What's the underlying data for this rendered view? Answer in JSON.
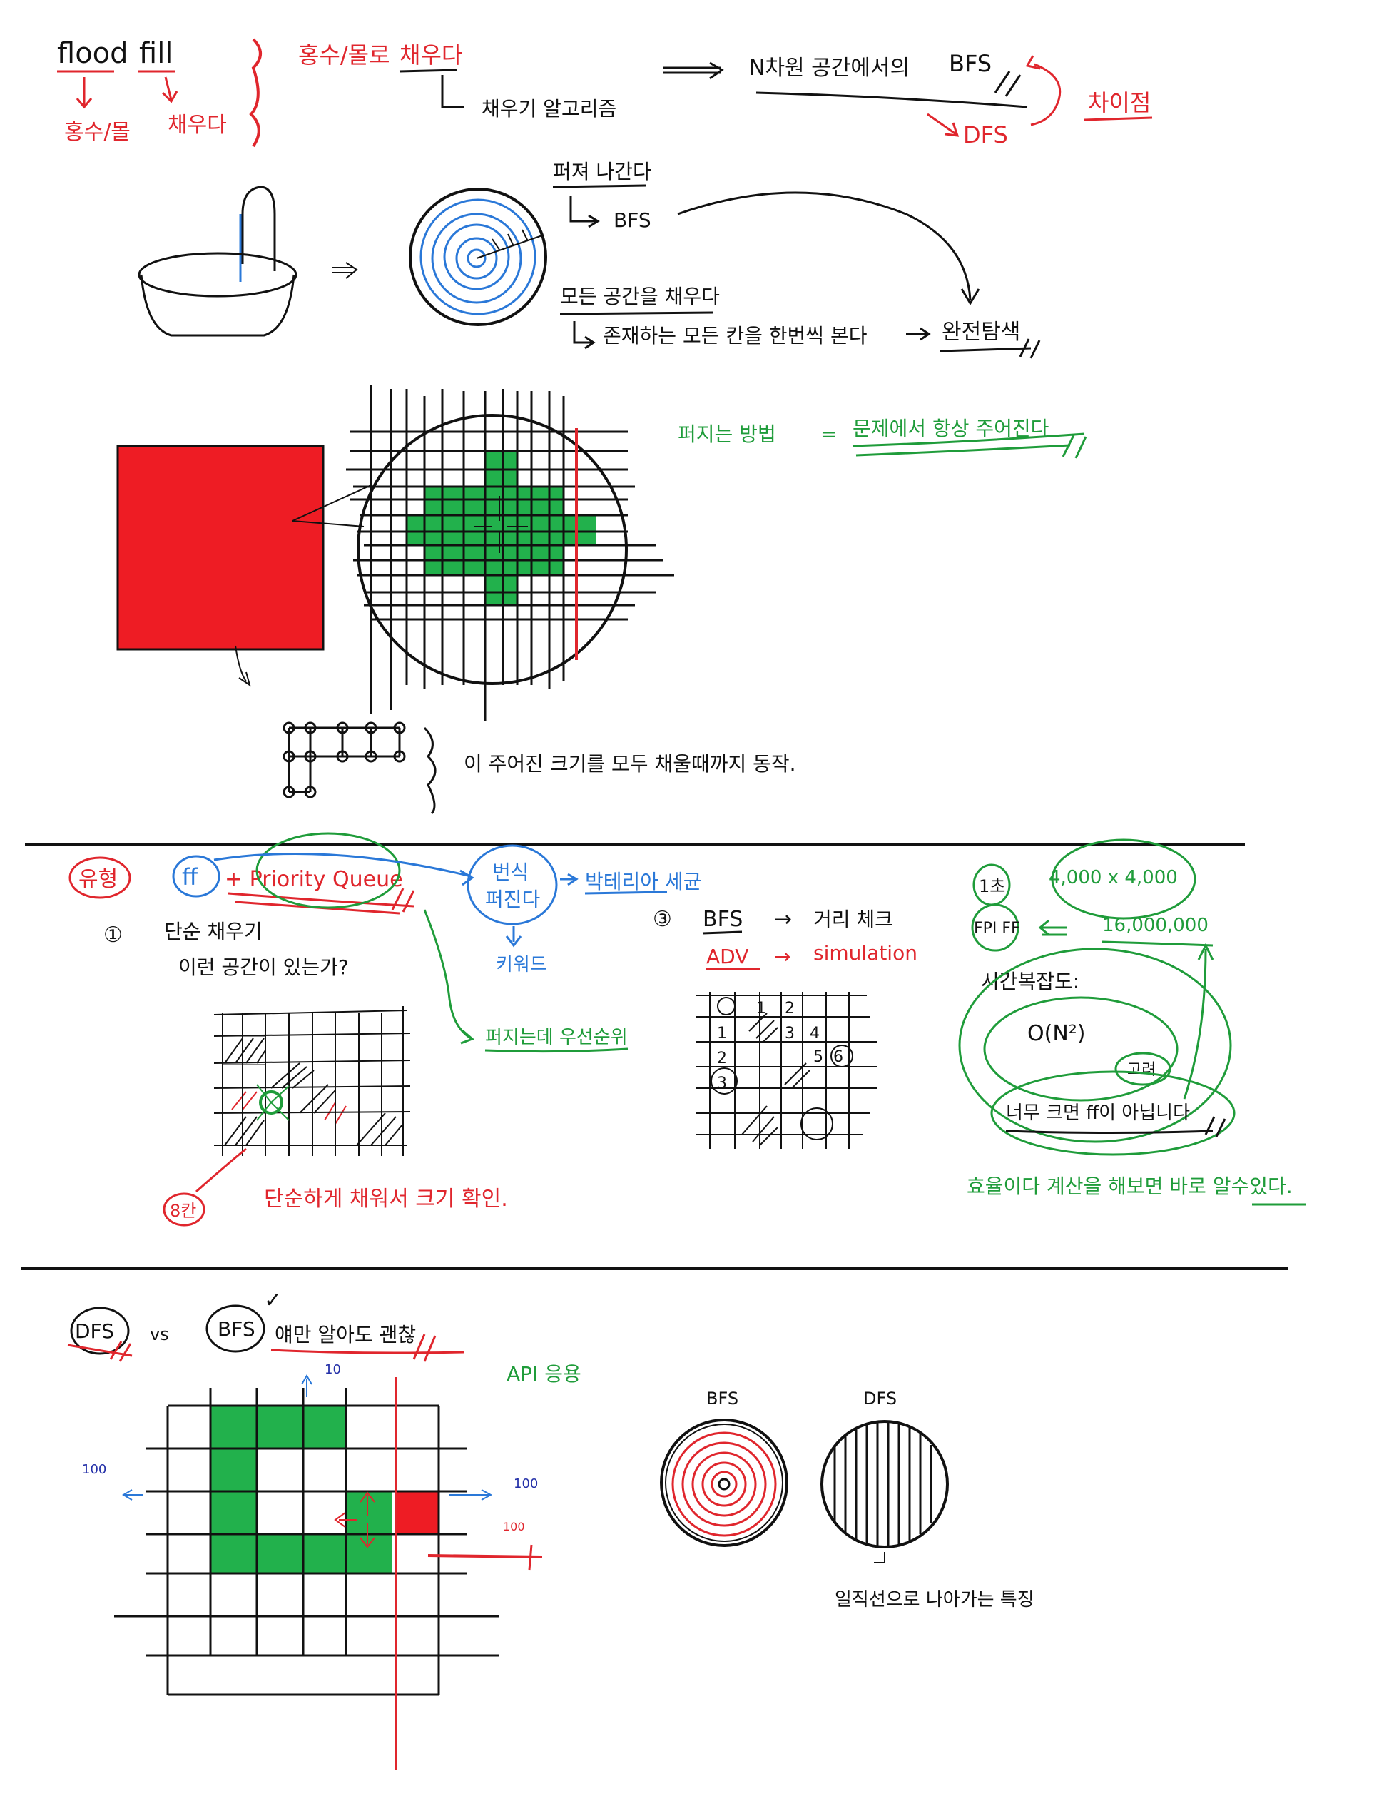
{
  "colors": {
    "red": "#e0262d",
    "green": "#1f9c3a",
    "blue": "#2a78d8",
    "black": "#111111",
    "fill_red": "#ee1c24",
    "fill_green": "#22b14c"
  },
  "section1": {
    "flood": "flood",
    "fill": "fill",
    "flood_ko": "홍수/몰",
    "fill_ko": "채우다",
    "title_ko": "홍수/몰로",
    "title_fill": "채우다",
    "fill_algo": "채우기 알고리즘",
    "n_dim_bfs": "N차원 공간에서의",
    "bfs": "BFS",
    "dfs": "DFS",
    "diff": "차이점",
    "spread": "퍼져 나간다",
    "spread_bfs": "BFS",
    "fill_all": "모든 공간을 채우다",
    "visit_all": "존재하는 모든 칸을 한번씩 본다",
    "full_search": "완전탐색",
    "spread_method": "퍼지는 방법",
    "eq": "=",
    "always_given": "문제에서 항상 주어진다",
    "until_filled": "이 주어진 크기를 모두 채울때까지 동작."
  },
  "section2": {
    "type": "유형",
    "ff": "ff",
    "plus_pq": "+ Priority Queue",
    "spread_word": "번식",
    "spread_word2": "퍼진다",
    "keyword": "키워드",
    "bacteria": "박테리아 세균",
    "priority_spread": "퍼지는데 우선순위",
    "item1_num": "①",
    "item1": "단순 채우기",
    "item1_q": "이런 공간이 있는가?",
    "eight": "8칸",
    "check_size": "단순하게 채워서 크기 확인.",
    "item3_num": "③",
    "item3_bfs": "BFS",
    "arrow": "→",
    "dist_check": "거리 체크",
    "adv": "ADV",
    "simulation": "simulation",
    "cell_labels": [
      "1",
      "2",
      "3",
      "4",
      "5",
      "6",
      "1",
      "2",
      "3"
    ],
    "one_sec": "1초",
    "size_expr": "4,000 x 4,000",
    "fpiff": "FPI FF",
    "result": "16,000,000",
    "time_complexity": "시간복잡도:",
    "o_n2": "O(N²)",
    "consider": "고려",
    "too_big": "너무 크면 ff이 아닙니다",
    "calc_note": "효율이다 계산을 해보면 바로 알수있다."
  },
  "section3": {
    "dfs": "DFS",
    "vs": "vs",
    "bfs": "BFS",
    "check_mark": "✓",
    "memorize": "얘만 알아도 괜찮",
    "api_usage": "API 응용",
    "label_up": "10",
    "label_left": "100",
    "label_right": "100",
    "label_right2": "100",
    "bfs_circle": "BFS",
    "dfs_circle": "DFS",
    "straight": "일직선으로 나아가는 특징"
  }
}
